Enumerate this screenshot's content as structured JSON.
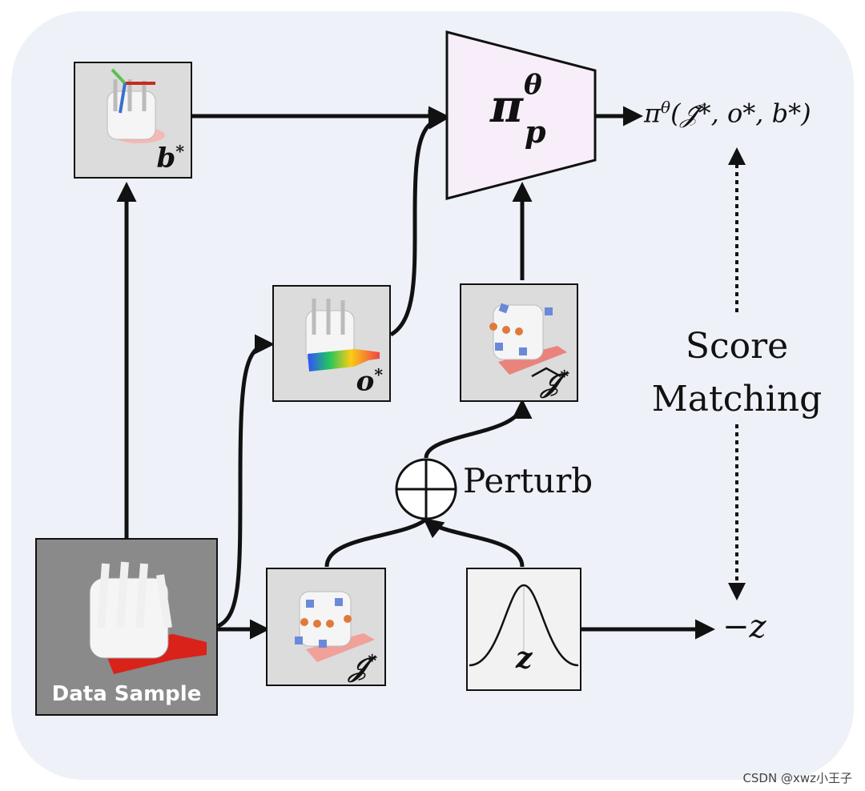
{
  "nodes": {
    "data_sample": {
      "label": "Data Sample"
    },
    "b_star": {
      "symbol": "b",
      "sup": "*"
    },
    "o_star": {
      "symbol": "o",
      "sup": "*"
    },
    "j_hat": {
      "symbol": "𝒥",
      "sup": "*"
    },
    "j_star": {
      "symbol": "𝒥",
      "sup": "*"
    },
    "z": {
      "symbol": "z"
    },
    "policy": {
      "symbol": "π",
      "sub": "p",
      "sup": "θ"
    }
  },
  "labels": {
    "perturb": "Perturb",
    "score_line1": "Score",
    "score_line2": "Matching",
    "output": "π",
    "output_sup": "θ",
    "output_args": "(𝒥̃*, o*, b*)",
    "neg_z": "−z"
  },
  "watermark": "CSDN @xwz小王子",
  "colors": {
    "background_panel": "#eef1f7",
    "policy_fill": "#f7eefa",
    "box_fill": "#dcdcdc",
    "data_sample_fill": "#8a8a8a",
    "bottle": "#d9221a"
  }
}
